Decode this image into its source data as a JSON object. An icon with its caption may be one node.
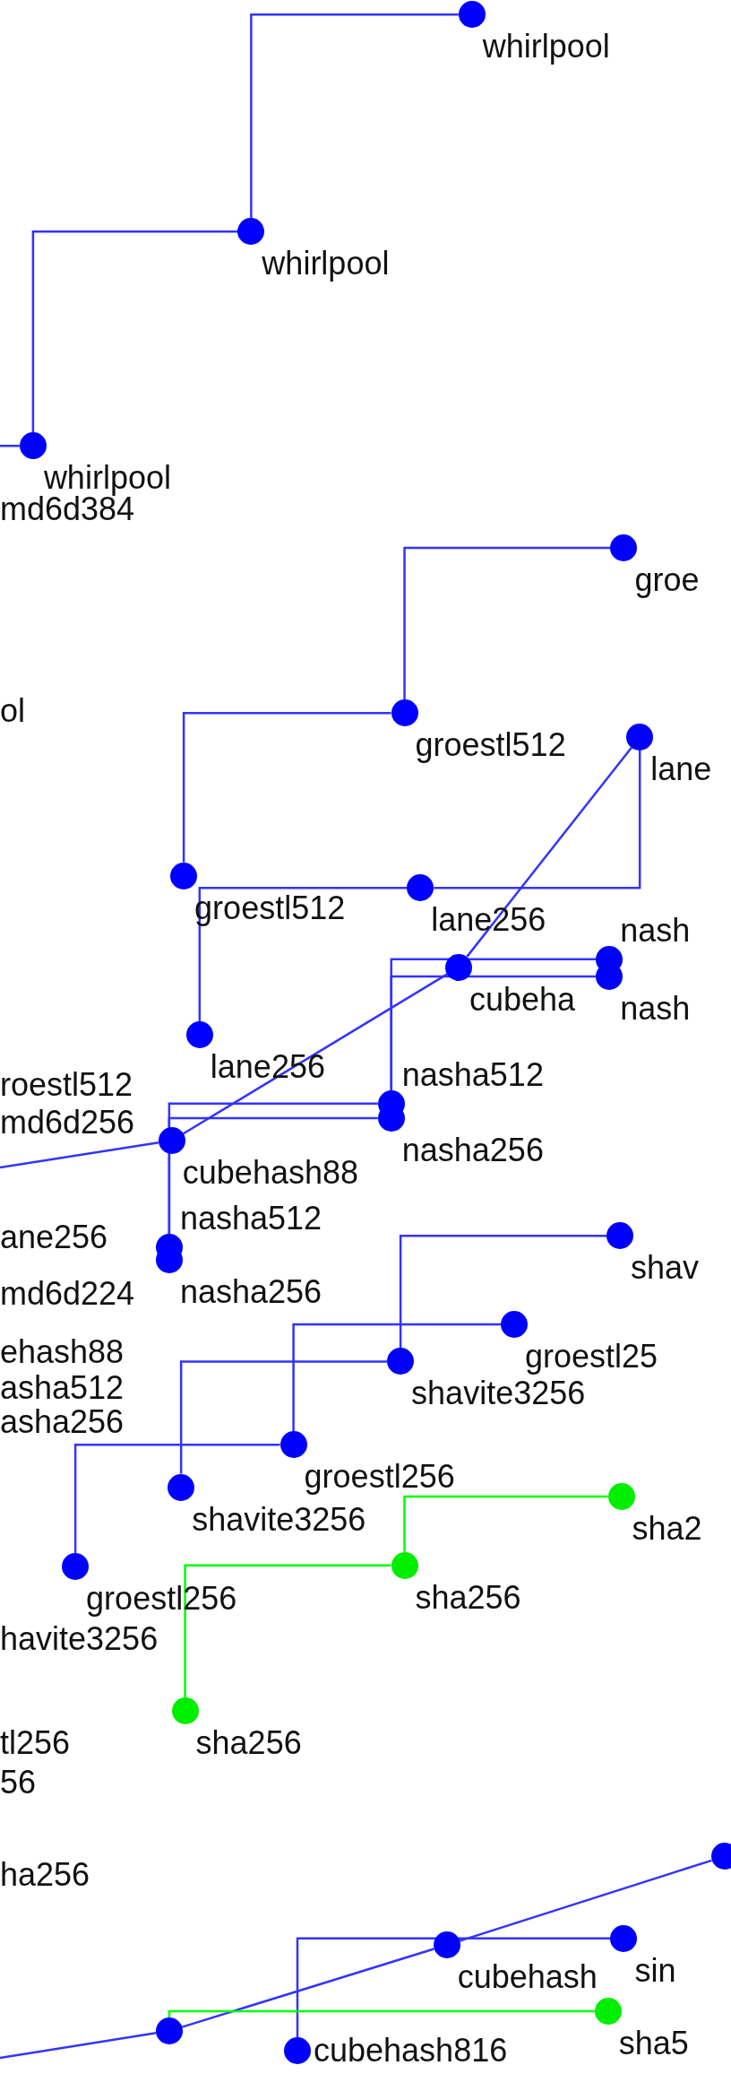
{
  "diagram": {
    "nodes": [
      {
        "text": [],
        "shape": "circle",
        "beside": [
          "whirlpool"
        ]
      },
      {
        "text": [],
        "shape": "circle",
        "beside": [
          "whirlpool"
        ]
      },
      {
        "text": [],
        "shape": "circle",
        "beside": [
          "whirlpool"
        ]
      },
      {
        "text": [],
        "shape": "circle",
        "beside": [
          "groe"
        ]
      },
      {
        "text": [],
        "shape": "circle",
        "beside": [
          "groestl512"
        ]
      },
      {
        "text": [],
        "shape": "circle",
        "beside": [
          "lane"
        ]
      },
      {
        "text": [],
        "shape": "circle",
        "beside": [
          "groestl512"
        ]
      },
      {
        "text": [],
        "shape": "circle",
        "beside": [
          "lane256"
        ]
      },
      {
        "text": [],
        "shape": "circle",
        "beside": [
          "cubeha"
        ]
      },
      {
        "text": [],
        "shape": "circle",
        "beside": [
          "nash"
        ]
      },
      {
        "text": [],
        "shape": "circle",
        "beside": [
          "nash"
        ]
      },
      {
        "text": [],
        "shape": "circle",
        "beside": [
          "lane256"
        ]
      },
      {
        "text": [],
        "shape": "circle",
        "beside": [
          "nasha512"
        ]
      },
      {
        "text": [],
        "shape": "circle",
        "beside": [
          "nasha256"
        ]
      },
      {
        "text": [],
        "shape": "circle",
        "beside": [
          "cubehash88"
        ]
      },
      {
        "text": [],
        "shape": "circle",
        "beside": [
          "nasha512"
        ]
      },
      {
        "text": [],
        "shape": "circle",
        "beside": [
          "nasha256"
        ]
      },
      {
        "text": [],
        "shape": "circle",
        "beside": [
          "shav"
        ]
      },
      {
        "text": [],
        "shape": "circle",
        "beside": [
          "groestl25"
        ]
      },
      {
        "text": [],
        "shape": "circle",
        "beside": [
          "shavite3256"
        ]
      },
      {
        "text": [],
        "shape": "circle",
        "beside": [
          "groestl256"
        ]
      },
      {
        "text": [],
        "shape": "circle",
        "beside": [
          "shavite3256"
        ]
      },
      {
        "text": [],
        "shape": "circle",
        "beside": [
          "groestl256"
        ]
      },
      {
        "text": [],
        "shape": "circle",
        "beside": [
          "sha2"
        ]
      },
      {
        "text": [],
        "shape": "circle",
        "beside": [
          "sha256"
        ]
      },
      {
        "text": [],
        "shape": "circle",
        "beside": [
          "sha256"
        ]
      },
      {
        "text": [],
        "shape": "circle"
      },
      {
        "text": [],
        "shape": "circle",
        "beside": [
          "cubehash"
        ]
      },
      {
        "text": [],
        "shape": "circle",
        "beside": [
          "sin"
        ]
      },
      {
        "text": [],
        "shape": "circle",
        "beside": [
          "sha5"
        ]
      },
      {
        "text": [],
        "shape": "circle"
      },
      {
        "text": [],
        "shape": "circle",
        "beside": [
          "cubehash816"
        ]
      }
    ],
    "edges": [
      {
        "from": null,
        "to": 2,
        "arrow": "none"
      },
      {
        "from": 2,
        "to": 1,
        "arrow": "none"
      },
      {
        "from": 1,
        "to": 0,
        "arrow": "none"
      },
      {
        "from": 4,
        "to": 3,
        "arrow": "none"
      },
      {
        "from": 6,
        "to": 4,
        "arrow": "none"
      },
      {
        "from": 7,
        "to": 5,
        "arrow": "none"
      },
      {
        "from": 11,
        "to": 7,
        "arrow": "none"
      },
      {
        "from": null,
        "to": 14,
        "arrow": "none"
      },
      {
        "from": 14,
        "to": 8,
        "arrow": "none"
      },
      {
        "from": 8,
        "to": 5,
        "arrow": "none"
      },
      {
        "from": 12,
        "to": 9,
        "arrow": "none"
      },
      {
        "from": 13,
        "to": 10,
        "arrow": "none"
      },
      {
        "from": 15,
        "to": 12,
        "arrow": "none"
      },
      {
        "from": 16,
        "to": 13,
        "arrow": "none"
      },
      {
        "from": 19,
        "to": 17,
        "arrow": "none"
      },
      {
        "from": 20,
        "to": 18,
        "arrow": "none"
      },
      {
        "from": 21,
        "to": 19,
        "arrow": "none"
      },
      {
        "from": 22,
        "to": 20,
        "arrow": "none"
      },
      {
        "from": 25,
        "to": 24,
        "arrow": "none",
        "color": "#00ff00"
      },
      {
        "from": 24,
        "to": 23,
        "arrow": "none",
        "color": "#00ff00"
      },
      {
        "from": null,
        "to": 30,
        "arrow": "none"
      },
      {
        "from": 30,
        "to": 27,
        "arrow": "none"
      },
      {
        "from": 27,
        "to": 26,
        "arrow": "none"
      },
      {
        "from": 31,
        "to": 28,
        "arrow": "none"
      },
      {
        "from": 30,
        "to": 29,
        "arrow": "none",
        "color": "#00ff00"
      }
    ],
    "labels": [
      "md6d384",
      "ol",
      "roestl512",
      "md6d256",
      "ane256",
      "md6d224",
      "ehash88",
      "asha512",
      "asha256",
      "havite3256",
      "tl256",
      "56",
      "ha256"
    ]
  }
}
